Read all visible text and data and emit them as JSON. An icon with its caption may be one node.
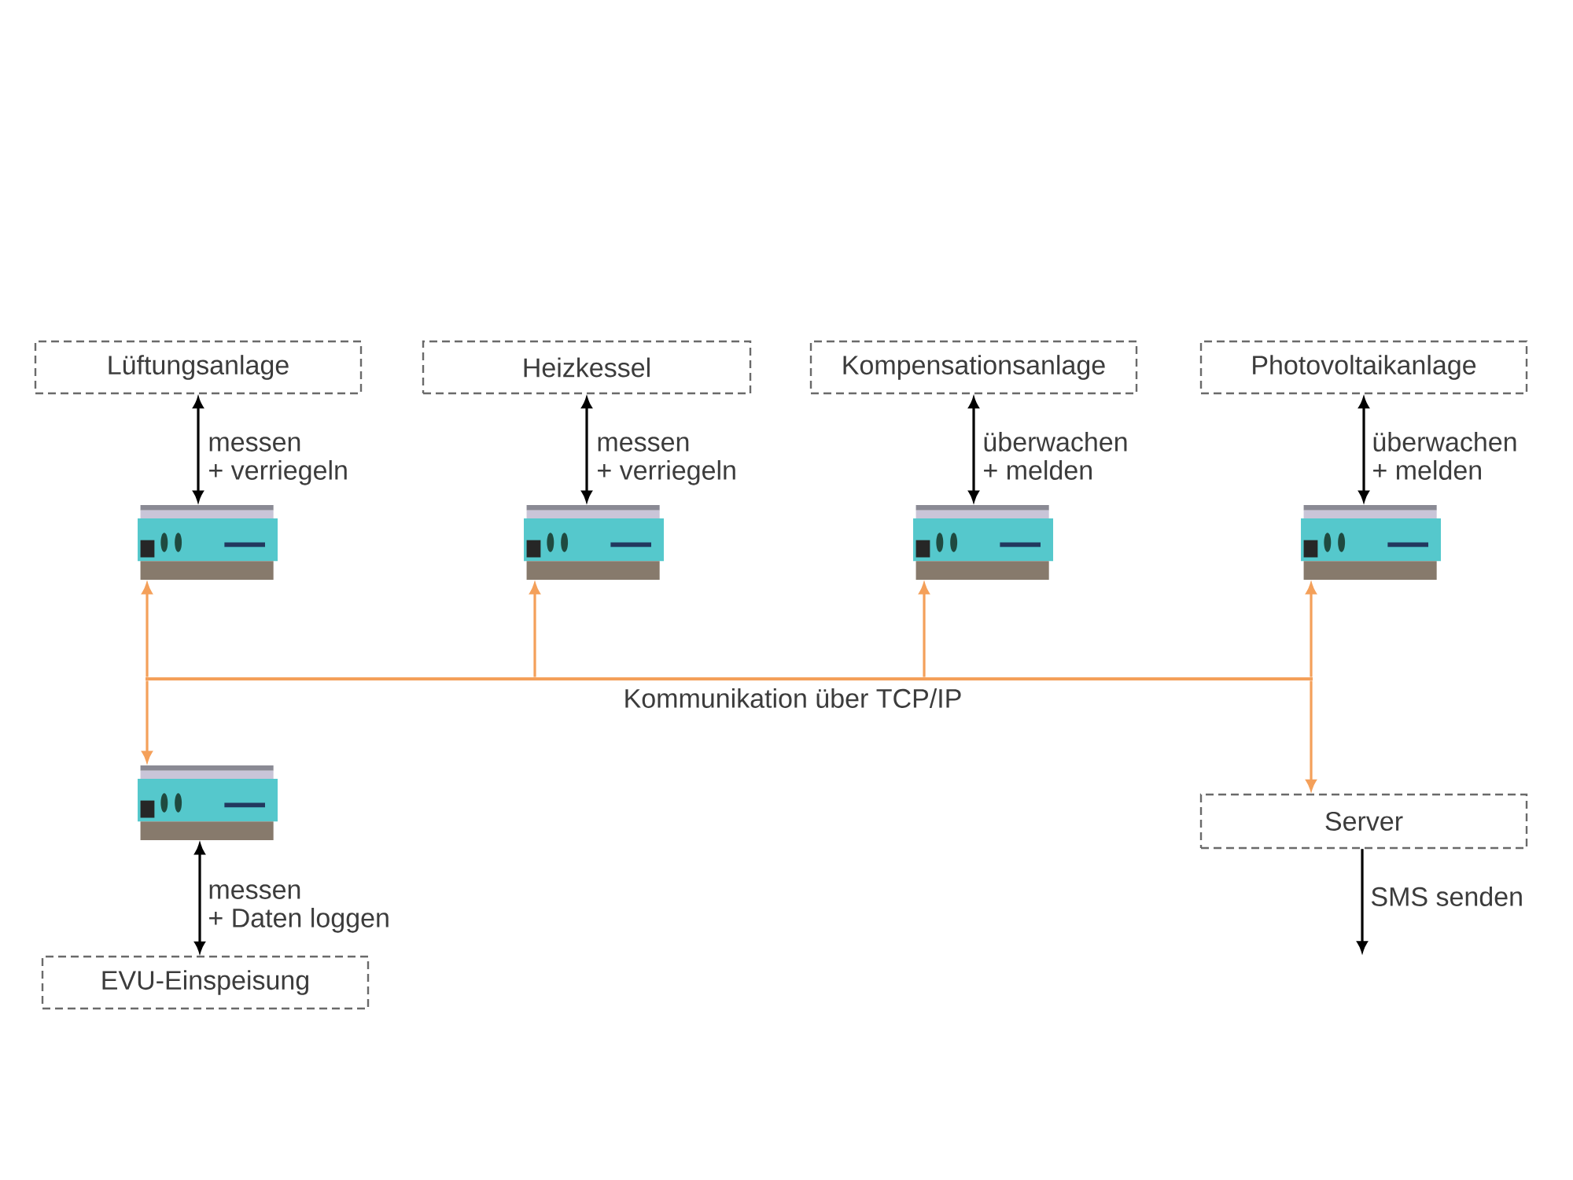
{
  "diagram": {
    "nodes": [
      {
        "text": [
          "Lüftungsanlage"
        ]
      },
      {
        "text": [
          "Heizkessel"
        ]
      },
      {
        "text": [
          "Kompensationsanlage"
        ]
      },
      {
        "text": [
          "Photovoltaikanlage"
        ]
      },
      {
        "text": [],
        "shape": "picture"
      },
      {
        "text": [],
        "shape": "picture"
      },
      {
        "text": [],
        "shape": "picture"
      },
      {
        "text": [],
        "shape": "picture"
      },
      {
        "text": [],
        "shape": "bar",
        "beside": [
          "Kommunikation über TCP/IP"
        ]
      },
      {
        "text": [],
        "shape": "picture"
      },
      {
        "text": [
          "Server"
        ]
      },
      {
        "text": [
          "EVU-Einspeisung"
        ]
      }
    ],
    "edges": [
      {
        "from": 0,
        "to": 4,
        "arrow": "both",
        "label": "messen + verriegeln"
      },
      {
        "from": 1,
        "to": 5,
        "arrow": "both",
        "label": "messen + verriegeln"
      },
      {
        "from": 2,
        "to": 6,
        "arrow": "both",
        "label": "überwachen + melden"
      },
      {
        "from": 3,
        "to": 7,
        "arrow": "both",
        "label": "überwachen + melden"
      },
      {
        "from": 8,
        "to": 4,
        "arrow": "to",
        "color": "#f4a05a"
      },
      {
        "from": 8,
        "to": 5,
        "arrow": "to",
        "color": "#f4a05a"
      },
      {
        "from": 8,
        "to": 6,
        "arrow": "to",
        "color": "#f4a05a"
      },
      {
        "from": 8,
        "to": 7,
        "arrow": "to",
        "color": "#f4a05a"
      },
      {
        "from": 8,
        "to": 9,
        "arrow": "to",
        "color": "#f4a05a"
      },
      {
        "from": 8,
        "to": 10,
        "arrow": "to",
        "color": "#f4a05a"
      },
      {
        "from": 9,
        "to": 11,
        "arrow": "both",
        "label": "messen + Daten loggen"
      },
      {
        "from": 10,
        "to": null,
        "arrow": "to",
        "label": "SMS senden"
      }
    ]
  }
}
